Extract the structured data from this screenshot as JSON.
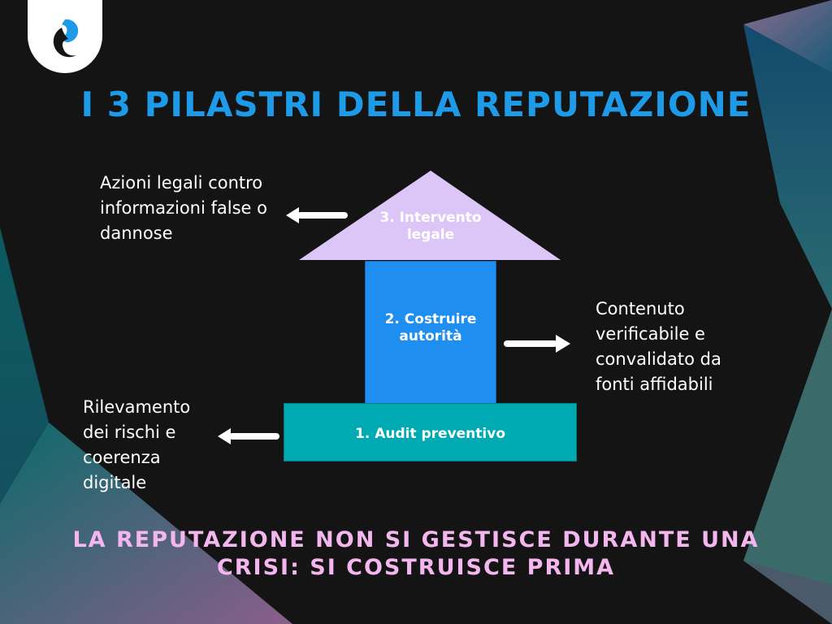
{
  "title": "I 3 PILASTRI DELLA REPUTAZIONE",
  "pillars": [
    {
      "label": "1. Audit preventivo",
      "description": "Rilevamento dei rischi e coerenza digitale",
      "color": "#00aab2"
    },
    {
      "label": "2. Costruire autorità",
      "description": "Contenuto verificabile e convalidato da fonti affidabili",
      "color": "#1e8ff0"
    },
    {
      "label": "3. Intervento legale",
      "description": "Azioni legali contro informazioni false o dannose",
      "color": "#dcc6f8"
    }
  ],
  "footer": "LA REPUTAZIONE NON SI GESTISCE DURANTE UNA CRISI: SI COSTRUISCE PRIMA",
  "colors": {
    "background": "#141414",
    "title": "#1e9be8",
    "footer": "#f3b6ef"
  }
}
